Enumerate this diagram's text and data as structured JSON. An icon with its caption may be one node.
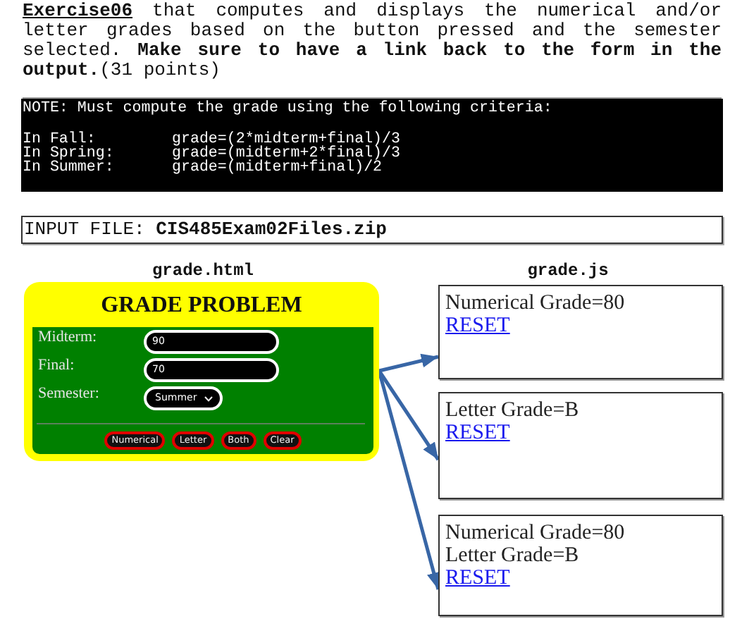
{
  "diagram": {
    "nodes": [
      {
        "text": [
          "NOTE: Must compute the grade using the following criteria:",
          "In Fall:",
          "grade=(2*midterm+final)/3",
          "In Spring:",
          "grade=(midterm+2*final)/3",
          "In Summer:",
          "grade=(midterm+final)/2"
        ]
      },
      {
        "text": [
          "INPUT FILE: **CIS485Exam02Files.zip**"
        ]
      },
      {
        "text": [
          "GRADE PROBLEM"
        ]
      },
      {
        "text": [
          "Midterm:",
          "90",
          "Final:",
          "70",
          "Semester:",
          "Summer",
          "Numerical",
          "Letter",
          "Both",
          "Clear"
        ],
        "in": 2
      },
      {
        "text": [
          "Numerical Grade=80",
          "RESET"
        ]
      },
      {
        "text": [
          "Letter Grade=B",
          "RESET"
        ]
      },
      {
        "text": [
          "Numerical Grade=80",
          "Letter Grade=B",
          "RESET"
        ]
      }
    ],
    "edges": [
      {
        "from": 2,
        "to": 4,
        "arrow": "to"
      },
      {
        "from": 2,
        "to": 5,
        "arrow": "to"
      },
      {
        "from": 2,
        "to": 6,
        "arrow": "to"
      }
    ],
    "labels": [
      "**Exercise06** that computes and displays the numerical and/or letter grades based on the button pressed and the semester selected. **Make sure to have a link back to the form in the output.**(31 points)",
      "grade.html",
      "grade.js"
    ]
  }
}
